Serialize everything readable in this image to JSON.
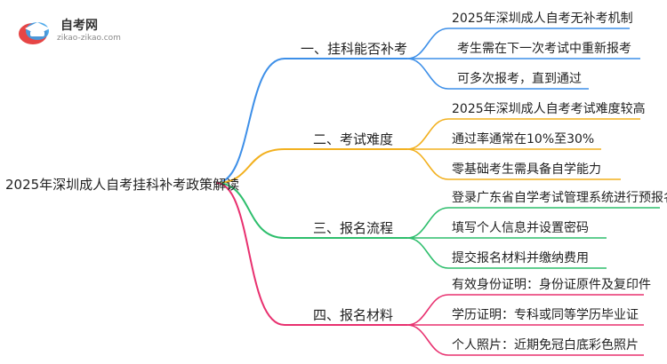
{
  "logo": {
    "name": "自考网",
    "url": "zikao-zikao.com"
  },
  "mindmap": {
    "root": "2025年深圳成人自考挂科补考政策解读",
    "branches": [
      {
        "label": "一、挂科能否补考",
        "color": "#3d8fe8",
        "leaves": [
          "2025年深圳成人自考无补考机制",
          "考生需在下一次考试中重新报考",
          "可多次报考，直到通过"
        ]
      },
      {
        "label": "二、考试难度",
        "color": "#f2b01e",
        "leaves": [
          "2025年深圳成人自考考试难度较高",
          "通过率通常在10%至30%",
          "零基础考生需具备自学能力"
        ]
      },
      {
        "label": "三、报名流程",
        "color": "#2dbe6c",
        "leaves": [
          "登录广东省自学考试管理系统进行预报名",
          "填写个人信息并设置密码",
          "提交报名材料并缴纳费用"
        ]
      },
      {
        "label": "四、报名材料",
        "color": "#e8306f",
        "leaves": [
          "有效身份证明：身份证原件及复印件",
          "学历证明：专科或同等学历毕业证",
          "个人照片：近期免冠白底彩色照片"
        ]
      }
    ]
  }
}
